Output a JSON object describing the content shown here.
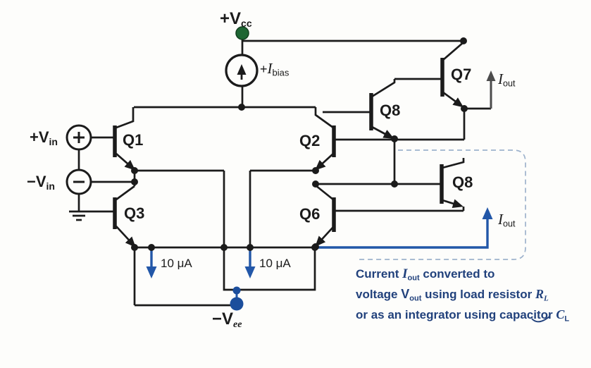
{
  "diagram_title": "Operational transconductance amplifier schematic",
  "colors": {
    "wire": "#1b1b1b",
    "blue": "#2257a8",
    "vee_node": "#1c4e9c",
    "vcc_node": "#1e6633",
    "gray_arrow": "#4c4c4c",
    "annotation_text": "#21417c",
    "dashed_box": "#9db2cc",
    "background": "#fdfdfb"
  },
  "labels": {
    "vcc": {
      "main": "+V",
      "sub": "cc"
    },
    "vee": {
      "main": "−V",
      "sub": "ee"
    },
    "vin_plus": {
      "main": "+V",
      "sub": "in"
    },
    "vin_minus": {
      "main": "−V",
      "sub": "in"
    },
    "ibias": {
      "plus": "+",
      "var": "I",
      "sub": "bias"
    },
    "iout_top": {
      "var": "I",
      "sub": "out"
    },
    "iout_bottom": {
      "var": "I",
      "sub": "out"
    },
    "q1": "Q1",
    "q2": "Q2",
    "q3": "Q3",
    "q6": "Q6",
    "q7": "Q7",
    "q8_top": "Q8",
    "q8_bottom": "Q8",
    "current_left": "10 μA",
    "current_right": "10 μA"
  },
  "annotation": {
    "l1_a": "Current",
    "l1_var": "I",
    "l1_sub": "out",
    "l1_b": "converted to",
    "l2_a": "voltage",
    "l2_var": "V",
    "l2_sub": "out",
    "l2_b": "using load resistor",
    "l2_var2": "R",
    "l2_sub2": "L",
    "l3_a": "or as an integrator using capacitor",
    "l3_var": "C",
    "l3_sub": "L"
  }
}
